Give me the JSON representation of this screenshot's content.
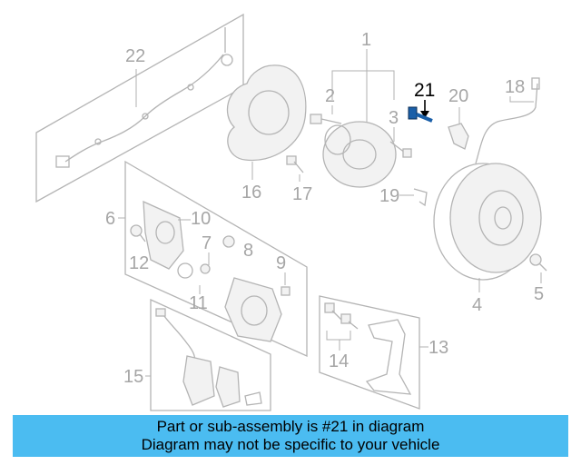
{
  "diagram": {
    "part_labels": [
      "1",
      "2",
      "3",
      "4",
      "5",
      "6",
      "7",
      "8",
      "9",
      "10",
      "11",
      "12",
      "13",
      "14",
      "15",
      "16",
      "17",
      "18",
      "19",
      "20",
      "22"
    ],
    "highlighted_part": "21",
    "colors": {
      "line": "#b4b4b4",
      "label": "#a6a6a6",
      "highlight": "#000000",
      "highlight_bolt": "#1a5fa8",
      "banner": "#4bbcf1"
    }
  },
  "banner": {
    "line1": "Part or sub-assembly is #21 in diagram",
    "line2": "Diagram may not be specific to your vehicle"
  }
}
